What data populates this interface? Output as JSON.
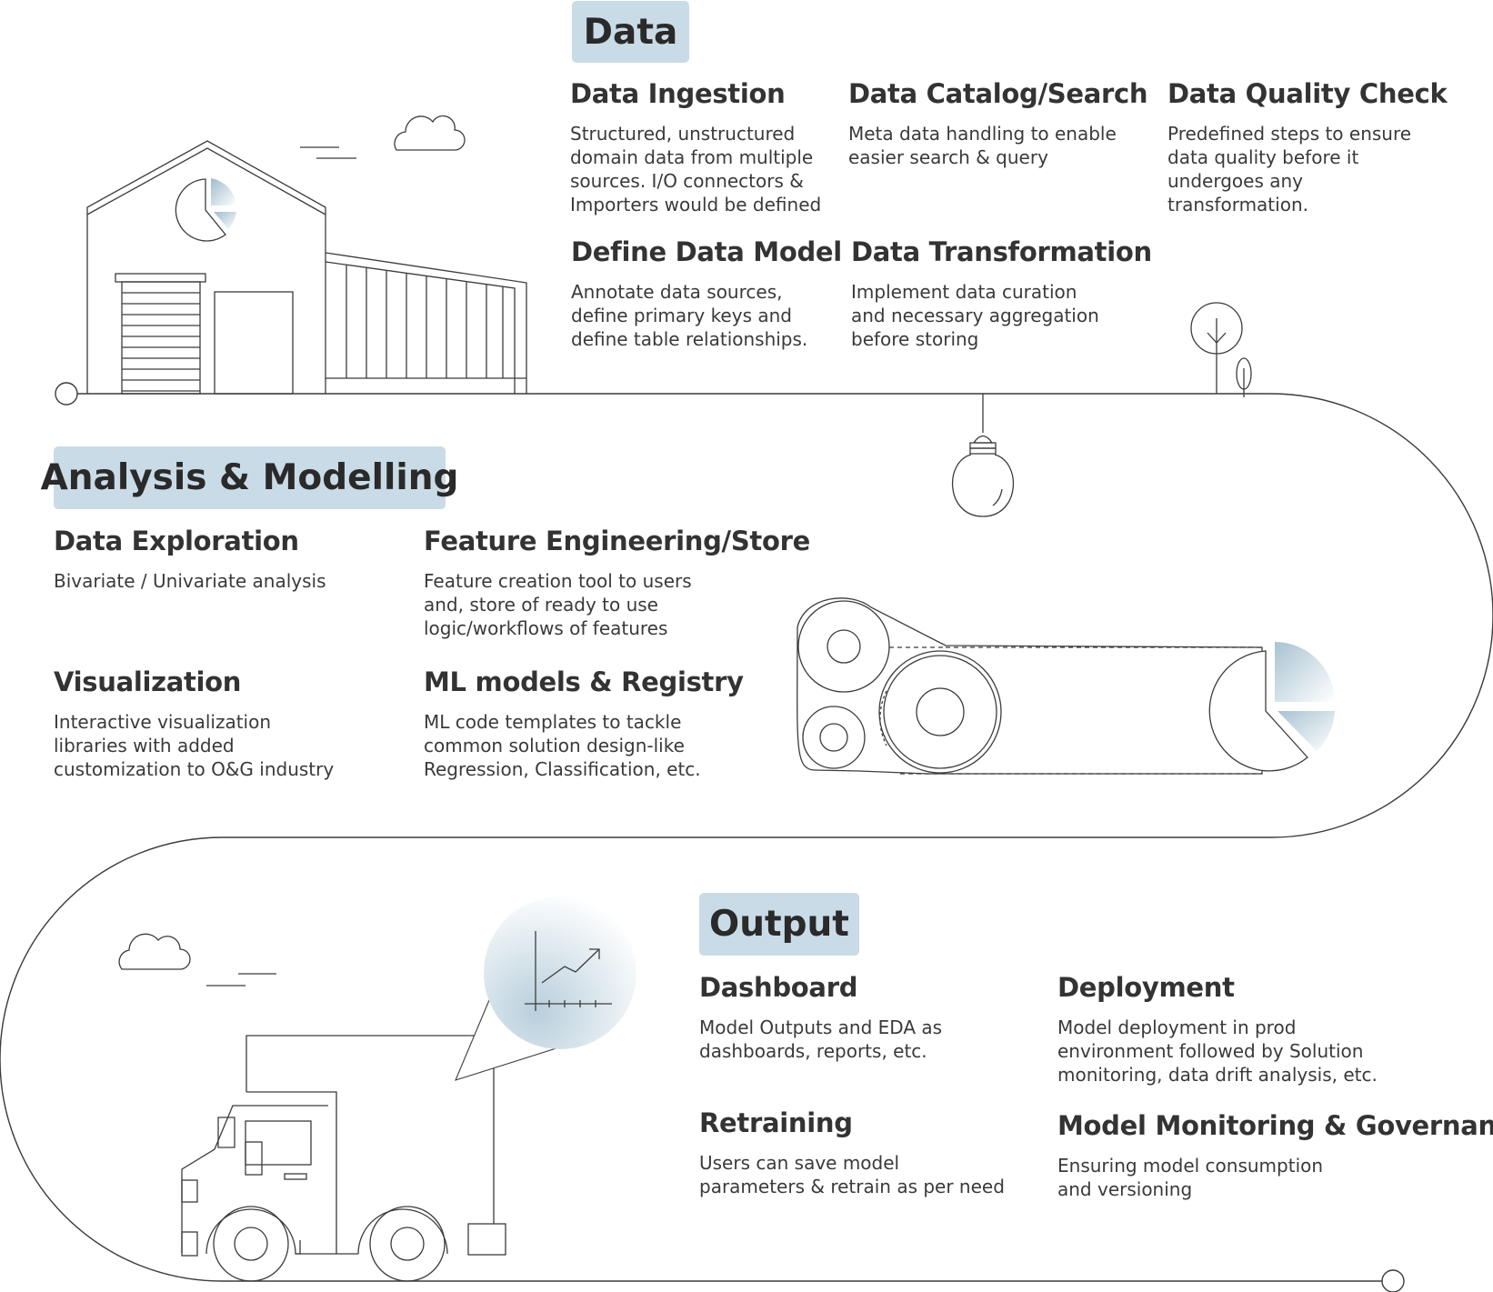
{
  "sections": {
    "data": {
      "title": "Data",
      "items": [
        {
          "title": "Data Ingestion",
          "desc": "Structured, unstructured domain data from multiple sources. I/O connectors & Importers would be defined"
        },
        {
          "title": "Data Catalog/Search",
          "desc": "Meta data handling to enable easier search & query"
        },
        {
          "title": "Data Quality Check",
          "desc": "Predefined steps to ensure data quality before it undergoes any transformation."
        },
        {
          "title": "Define Data Model",
          "desc": "Annotate data sources, define primary keys and define table relationships."
        },
        {
          "title": "Data Transformation",
          "desc": "Implement data curation and necessary aggregation before storing"
        }
      ]
    },
    "analysis": {
      "title": "Analysis & Modelling",
      "items": [
        {
          "title": "Data Exploration",
          "desc": "Bivariate / Univariate analysis"
        },
        {
          "title": "Feature Engineering/Store",
          "desc": "Feature creation tool to users and, store of ready to use logic/workflows of features"
        },
        {
          "title": "Visualization",
          "desc": "Interactive visualization libraries with added customization to O&G industry"
        },
        {
          "title": "ML models & Registry",
          "desc": "ML code templates to tackle common solution design-like Regression, Classification, etc."
        }
      ]
    },
    "output": {
      "title": "Output",
      "items": [
        {
          "title": "Dashboard",
          "desc": "Model Outputs and EDA as dashboards, reports, etc."
        },
        {
          "title": "Deployment",
          "desc": "Model deployment in prod environment followed by Solution monitoring, data drift analysis, etc."
        },
        {
          "title": "Retraining",
          "desc": "Users can save model parameters & retrain as per need"
        },
        {
          "title": "Model Monitoring & Governance",
          "desc": "Ensuring model consumption and versioning"
        }
      ]
    }
  },
  "colors": {
    "badge": "#c9dbe6",
    "line": "#3c3c3c",
    "accent": "#9fbccc"
  },
  "icons": [
    "warehouse-icon",
    "cloud-icon",
    "tree-icon",
    "lightbulb-icon",
    "conveyor-icon",
    "pie-chart-icon",
    "truck-icon",
    "line-chart-icon"
  ]
}
